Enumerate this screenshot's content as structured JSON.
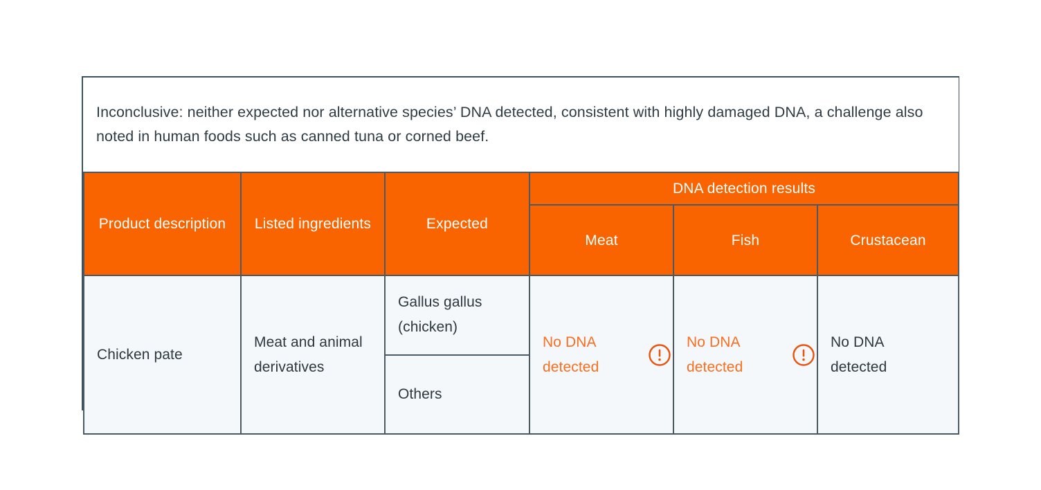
{
  "caption": {
    "text": "Inconclusive: neither expected nor alternative species’ DNA detected, consistent with highly damaged DNA, a challenge also noted in human foods such as canned tuna or corned beef."
  },
  "colors": {
    "header_orange": "#f96400",
    "alert_orange": "#f96e20",
    "cell_background": "#f4f8fb",
    "border": "#4a5a65",
    "text": "#2c373e"
  },
  "table": {
    "headers": {
      "product_description": "Product description",
      "listed_ingredients": "Listed ingredients",
      "expected": "Expected",
      "dna_detection_results": "DNA detection results",
      "meat": "Meat",
      "fish": "Fish",
      "crustacean": "Crustacean"
    },
    "rows": [
      {
        "product_description": "Chicken pate",
        "listed_ingredients": "Meat and animal derivatives",
        "expected": [
          "Gallus gallus (chicken)",
          "Others"
        ],
        "results": {
          "meat": {
            "label": "No DNA detected",
            "alert": true,
            "icon": "warning-circle-icon"
          },
          "fish": {
            "label": "No DNA detected",
            "alert": true,
            "icon": "warning-circle-icon"
          },
          "crustacean": {
            "label": "No DNA detected",
            "alert": false,
            "icon": null
          }
        }
      }
    ]
  }
}
